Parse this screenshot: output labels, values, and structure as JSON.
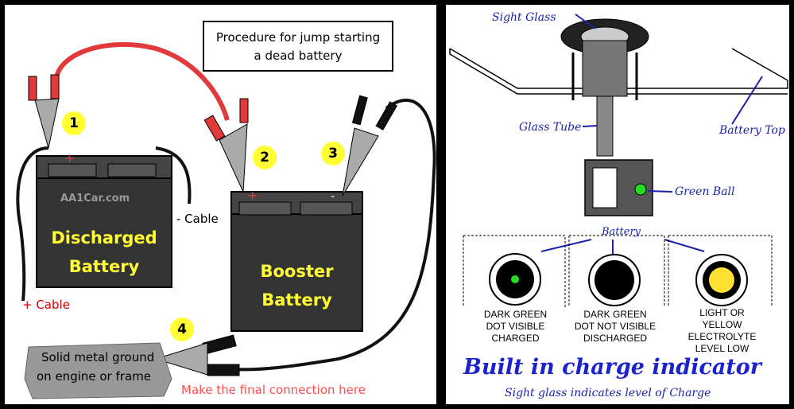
{
  "left": {
    "title_line1": "Procedure for  jump starting",
    "title_line2": "a dead battery",
    "watermark": "AA1Car.com",
    "discharged_line1": "Discharged",
    "discharged_line2": "Battery",
    "booster_line1": "Booster",
    "booster_line2": "Battery",
    "neg_cable": "- Cable",
    "pos_cable": "+ Cable",
    "ground_line1": "Solid metal ground",
    "ground_line2": "on engine or frame",
    "final_note": "Make the final connection here",
    "steps": [
      "1",
      "2",
      "3",
      "4"
    ],
    "plus_sign": "+",
    "minus_sign": "-",
    "colors": {
      "red_cable": "#e23a3a",
      "black_cable": "#111111",
      "step_badge": "#ffff33",
      "label_yellow": "#ffff33",
      "final_text": "#ff4d4d"
    }
  },
  "right": {
    "sight_glass": "Sight  Glass",
    "glass_tube": "Glass Tube",
    "battery_top": "Battery Top",
    "green_ball": "Green Ball",
    "battery": "Battery",
    "ind1": {
      "l1": "DARK GREEN",
      "l2": "DOT VISIBLE",
      "l3": "CHARGED"
    },
    "ind2": {
      "l1": "DARK GREEN",
      "l2": "DOT NOT VISIBLE",
      "l3": "DISCHARGED"
    },
    "ind3": {
      "l1": "LIGHT OR",
      "l2": "YELLOW",
      "l3": "ELECTROLYTE",
      "l4": "LEVEL LOW"
    },
    "title": "Built in charge indicator",
    "subtitle": "Sight glass indicates level of Charge",
    "colors": {
      "label_blue": "#1a23a6",
      "title_blue": "#1a23cc",
      "green_dot": "#22dd22",
      "yellow_dot": "#ffe033"
    }
  }
}
